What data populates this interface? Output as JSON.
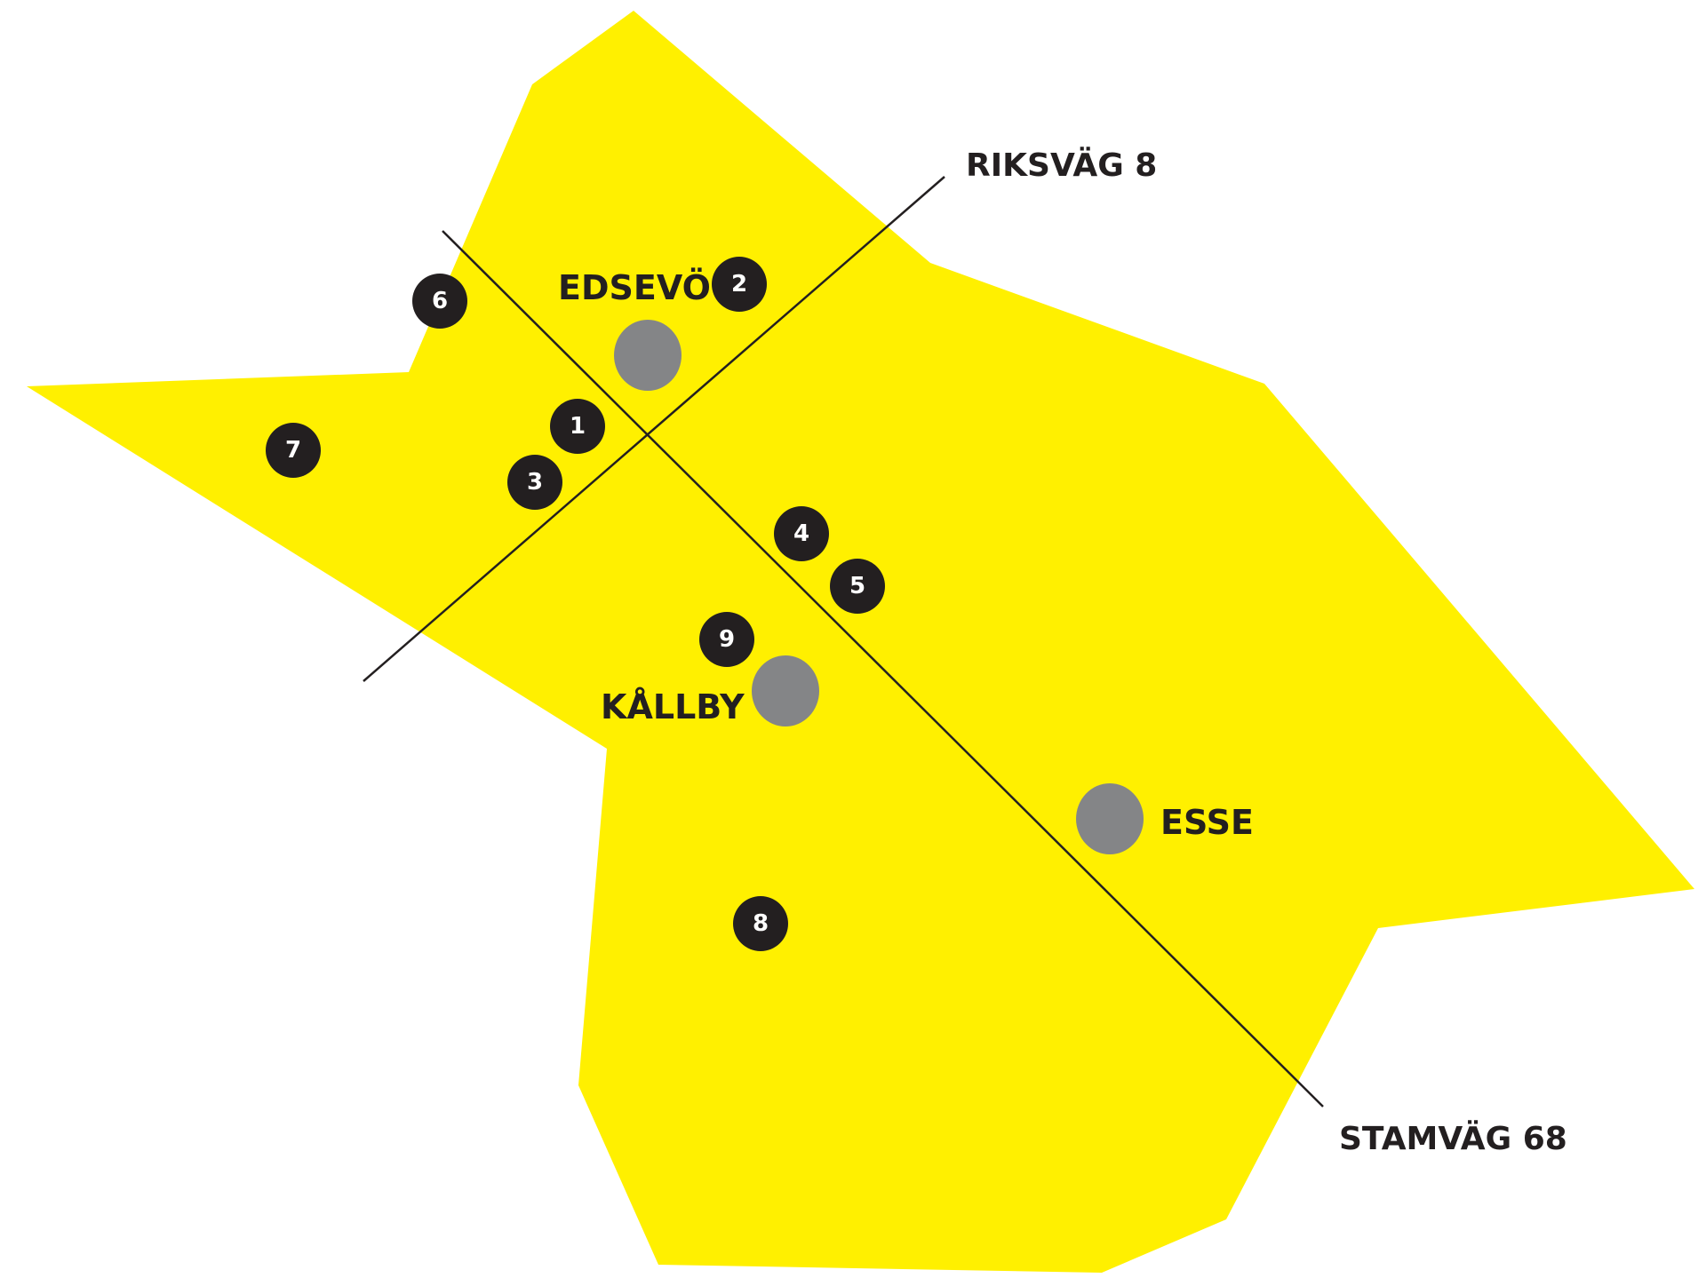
{
  "map": {
    "colors": {
      "region": "#fff000",
      "road": "#231f20",
      "town_dot": "#848587",
      "marker": "#231f20",
      "marker_text": "#ffffff",
      "label": "#231f20"
    },
    "roads": {
      "riksvag": "RIKSVÄG 8",
      "stamvag": "STAMVÄG 68"
    },
    "towns": {
      "edsevo": "EDSEVÖ",
      "kallby": "KÅLLBY",
      "esse": "ESSE"
    },
    "markers": {
      "m1": "1",
      "m2": "2",
      "m3": "3",
      "m4": "4",
      "m5": "5",
      "m6": "6",
      "m7": "7",
      "m8": "8",
      "m9": "9"
    }
  }
}
